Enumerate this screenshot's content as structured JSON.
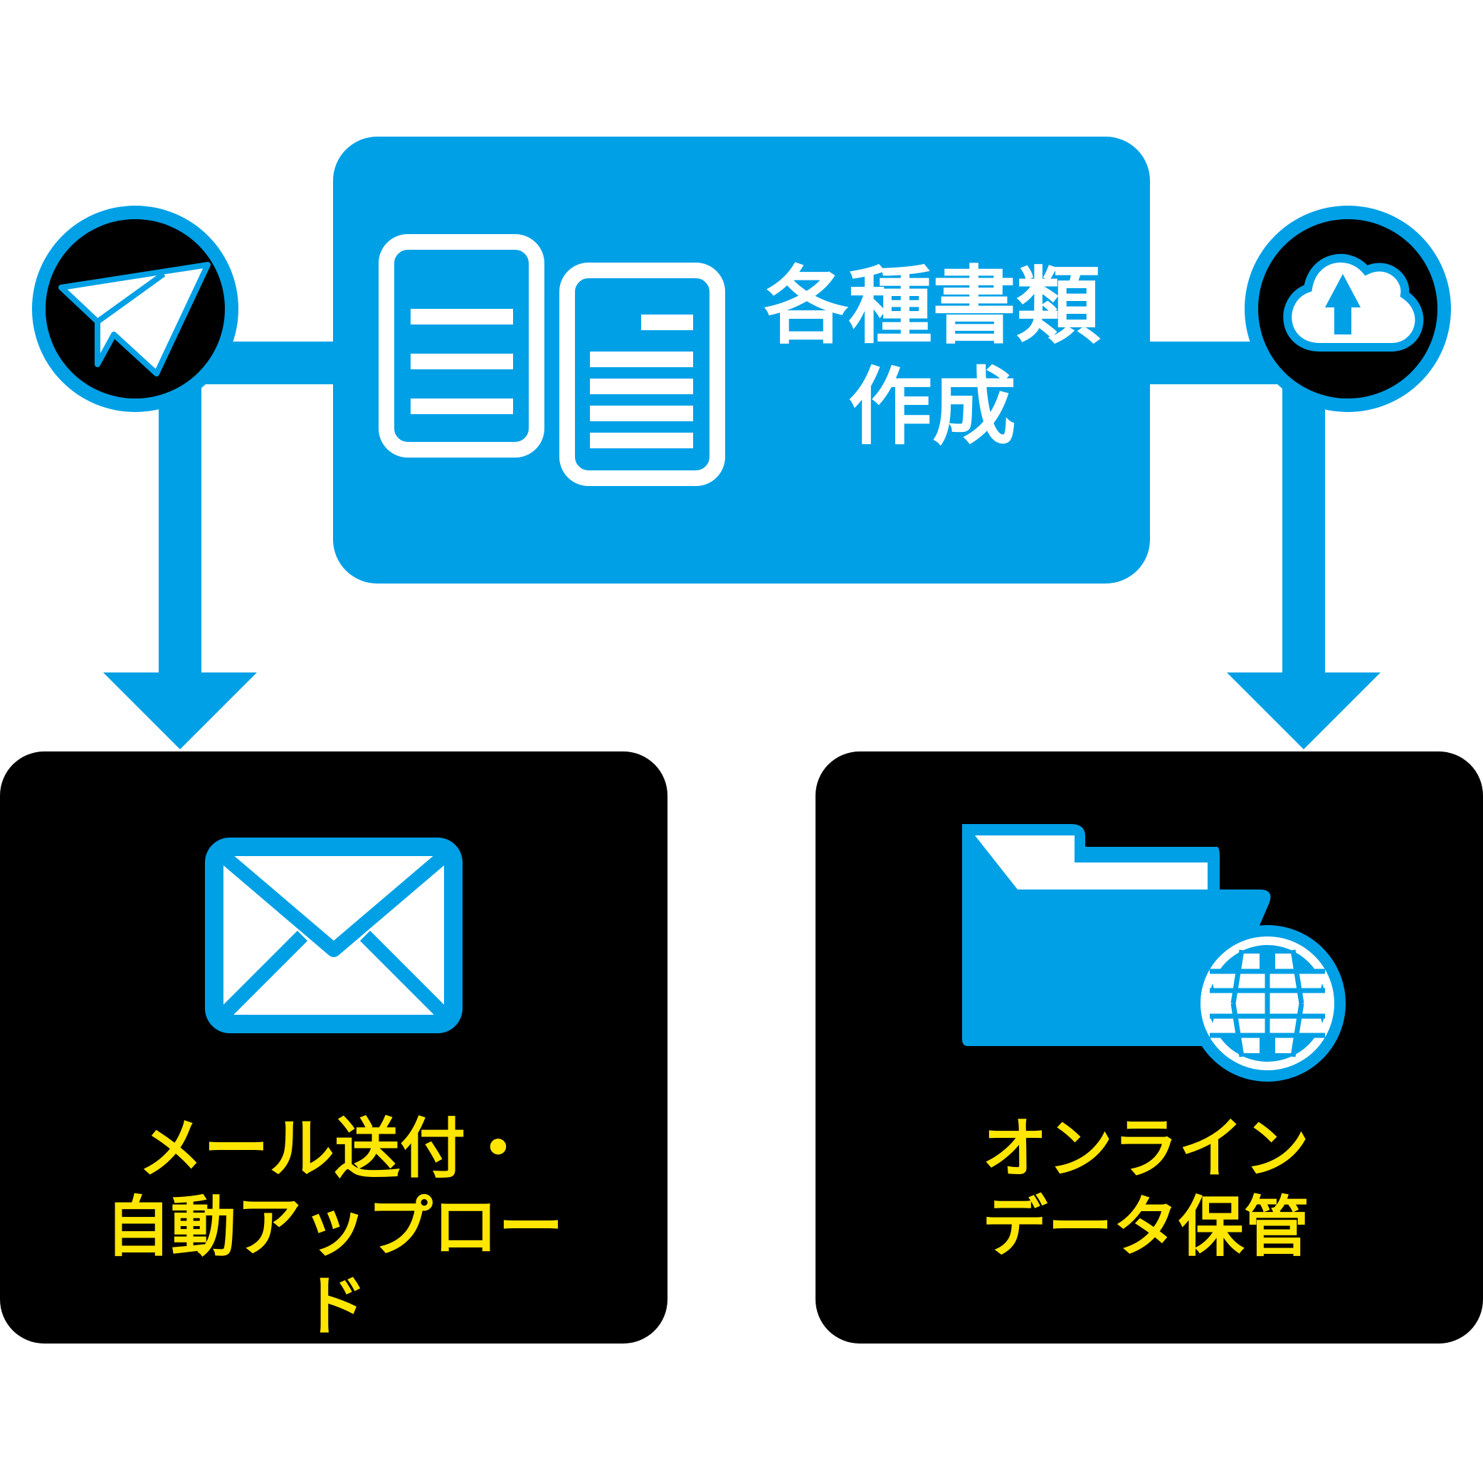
{
  "colors": {
    "accent_blue": "#00a0e6",
    "box_black": "#000000",
    "label_yellow": "#ffe600",
    "icon_white": "#ffffff"
  },
  "main": {
    "title": "各種書類\n作成",
    "icon": "documents-icon"
  },
  "left_branch": {
    "badge_icon": "paper-plane-icon",
    "box_icon": "envelope-icon",
    "label": "メール送付・\n自動アップロード"
  },
  "right_branch": {
    "badge_icon": "cloud-upload-icon",
    "box_icon": "folder-globe-icon",
    "label": "オンライン\nデータ保管"
  }
}
